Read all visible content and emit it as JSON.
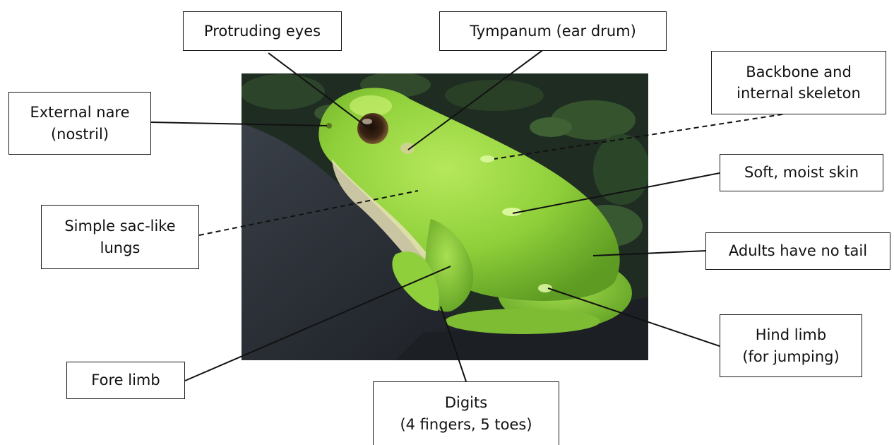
{
  "labels": {
    "protruding_eyes": [
      "Protruding eyes"
    ],
    "tympanum": [
      "Tympanum (ear drum)"
    ],
    "backbone": [
      "Backbone and",
      "internal skeleton"
    ],
    "external_nare": [
      "External nare",
      "(nostril)"
    ],
    "skin": [
      "Soft, moist skin"
    ],
    "lungs": [
      "Simple sac-like",
      "lungs"
    ],
    "tail": [
      "Adults have no tail"
    ],
    "hind_limb": [
      "Hind limb",
      "(for jumping)"
    ],
    "fore_limb": [
      "Fore limb"
    ],
    "digits": [
      "Digits",
      "(4 fingers, 5 toes)"
    ]
  },
  "colors": {
    "leader_line": "#111111",
    "box_border": "#1a1a1a",
    "frog_green": "#8fd03a",
    "background_dark": "#1e2a22",
    "rock": "#2c3038"
  }
}
